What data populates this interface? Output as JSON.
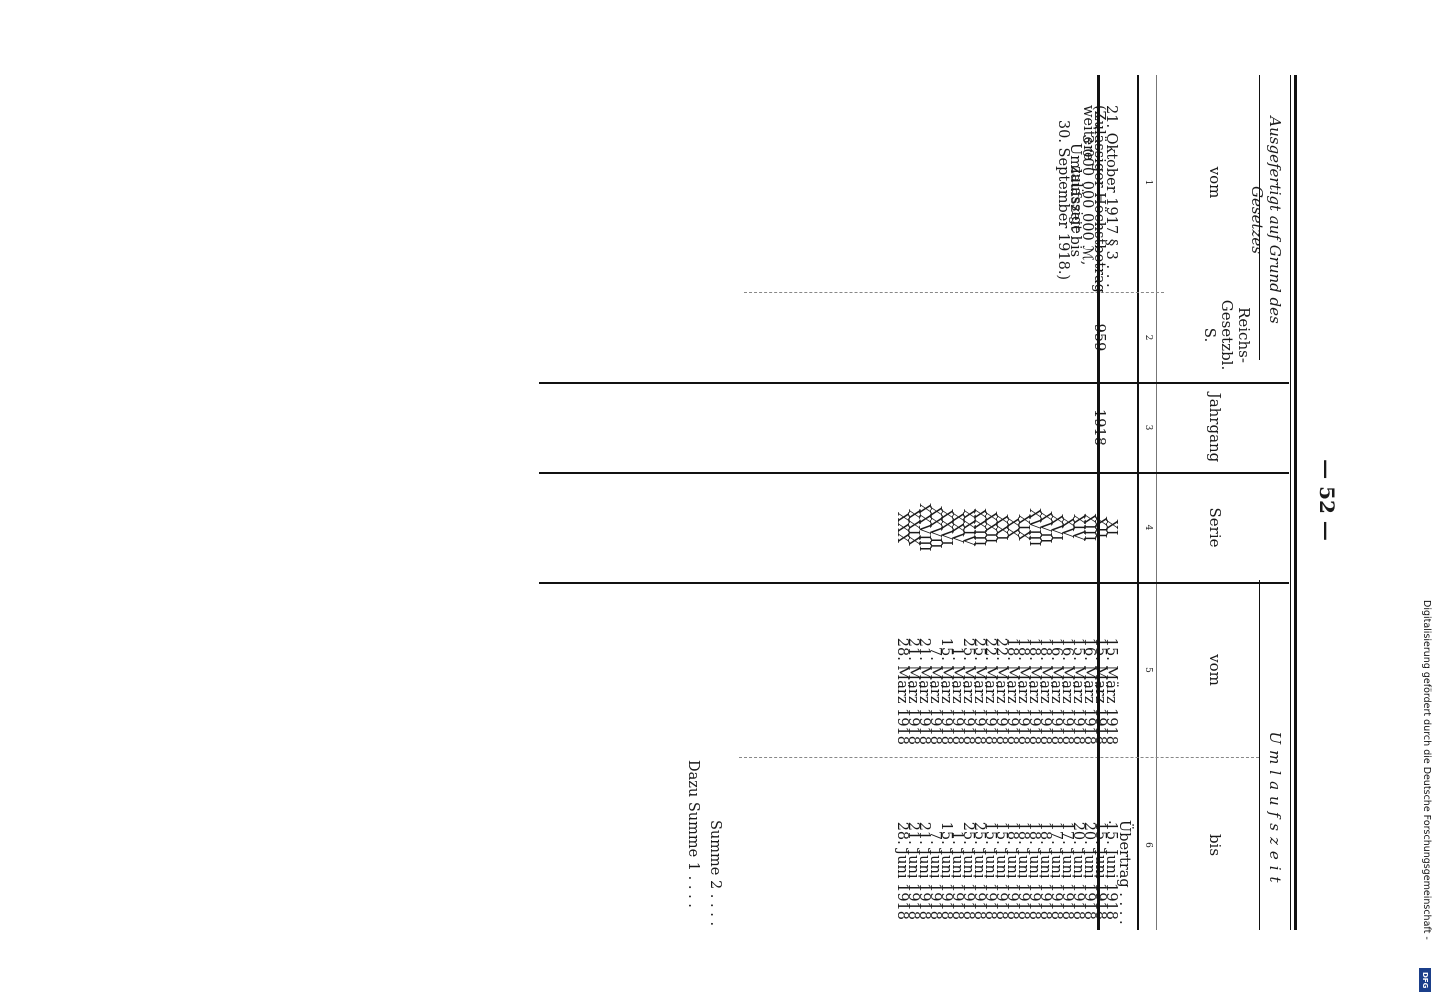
{
  "page_number": "— 52 —",
  "header": {
    "group_left": "Ausgefertigt auf Grund des Gesetzes",
    "group_right": "Umlaufszeit",
    "col_vom": "vom",
    "col_rgbl": "Reichs-Gesetzbl. S.",
    "col_jahrgang": "Jahrgang",
    "col_serie": "Serie",
    "col_vom2": "vom",
    "col_bis": "bis"
  },
  "column_numbers": [
    "1",
    "2",
    "3",
    "4",
    "5",
    "6"
  ],
  "law": {
    "lines": [
      "21. Oktober 1917 § 3 . . . . . .",
      "(Zulässiger Höchstbetrag weitere",
      "3 000 000 000 ℳ, zulässige",
      "Umlaufszeit bis",
      "30. September 1918.)"
    ],
    "rgbl_page": "959",
    "jahrgang": "1918"
  },
  "uebertrag": "Übertrag . . . . .",
  "rows": [
    {
      "serie": "XI",
      "vom": "15. März 1918",
      "bis": "15. Juni 1918"
    },
    {
      "serie": "XII",
      "vom": "15. März 1918",
      "bis": "15. Juni 1918"
    },
    {
      "serie": "XIII",
      "vom": "16. März 1918",
      "bis": "20. Juni 1918"
    },
    {
      "serie": "XIV",
      "vom": "15. März 1918",
      "bis": "20. Juni 1918"
    },
    {
      "serie": "XV",
      "vom": "16. März 1918",
      "bis": "17. Juni 1918"
    },
    {
      "serie": "XVI",
      "vom": "16. März 1918",
      "bis": "17. Juni 1918"
    },
    {
      "serie": "XVII",
      "vom": "18. März 1918",
      "bis": "18. Juni 1918"
    },
    {
      "serie": "XVIII",
      "vom": "18. März 1918",
      "bis": "18. Juni 1918"
    },
    {
      "serie": "XIX",
      "vom": "18. März 1918",
      "bis": "18. Juni 1918"
    },
    {
      "serie": "XX",
      "vom": "18. März 1918",
      "bis": "18. Juni 1918"
    },
    {
      "serie": "XXI",
      "vom": "22. März 1918",
      "bis": "15. Juni 1918"
    },
    {
      "serie": "XXII",
      "vom": "22. März 1918",
      "bis": "15. Juni 1918"
    },
    {
      "serie": "XXIII",
      "vom": "25. März 1918",
      "bis": "25. Juni 1918"
    },
    {
      "serie": "XXIV",
      "vom": "25. März 1918",
      "bis": "25. Juni 1918"
    },
    {
      "serie": "XXV",
      "vom": "1. März 1918",
      "bis": "1. Juni 1918"
    },
    {
      "serie": "XXVI",
      "vom": "15. März 1918",
      "bis": "15. Juni 1918"
    },
    {
      "serie": "XXVII",
      "vom": "7. März 1918",
      "bis": "7. Juni 1918"
    },
    {
      "serie": "XXVIII",
      "vom": "21. März 1918",
      "bis": "21. Juni 1918"
    },
    {
      "serie": "XXIX",
      "vom": "21. März 1918",
      "bis": "21. Juni 1918"
    },
    {
      "serie": "XXX",
      "vom": "28. März 1918",
      "bis": "28. Juni 1918"
    }
  ],
  "summe2": "Summe 2 . . . .",
  "summe1": "Dazu Summe 1 . . . .",
  "footer": {
    "credit": "Digitalisierung gefördert durch die Deutsche Forschungsgemeinschaft -",
    "logo": "DFG"
  }
}
